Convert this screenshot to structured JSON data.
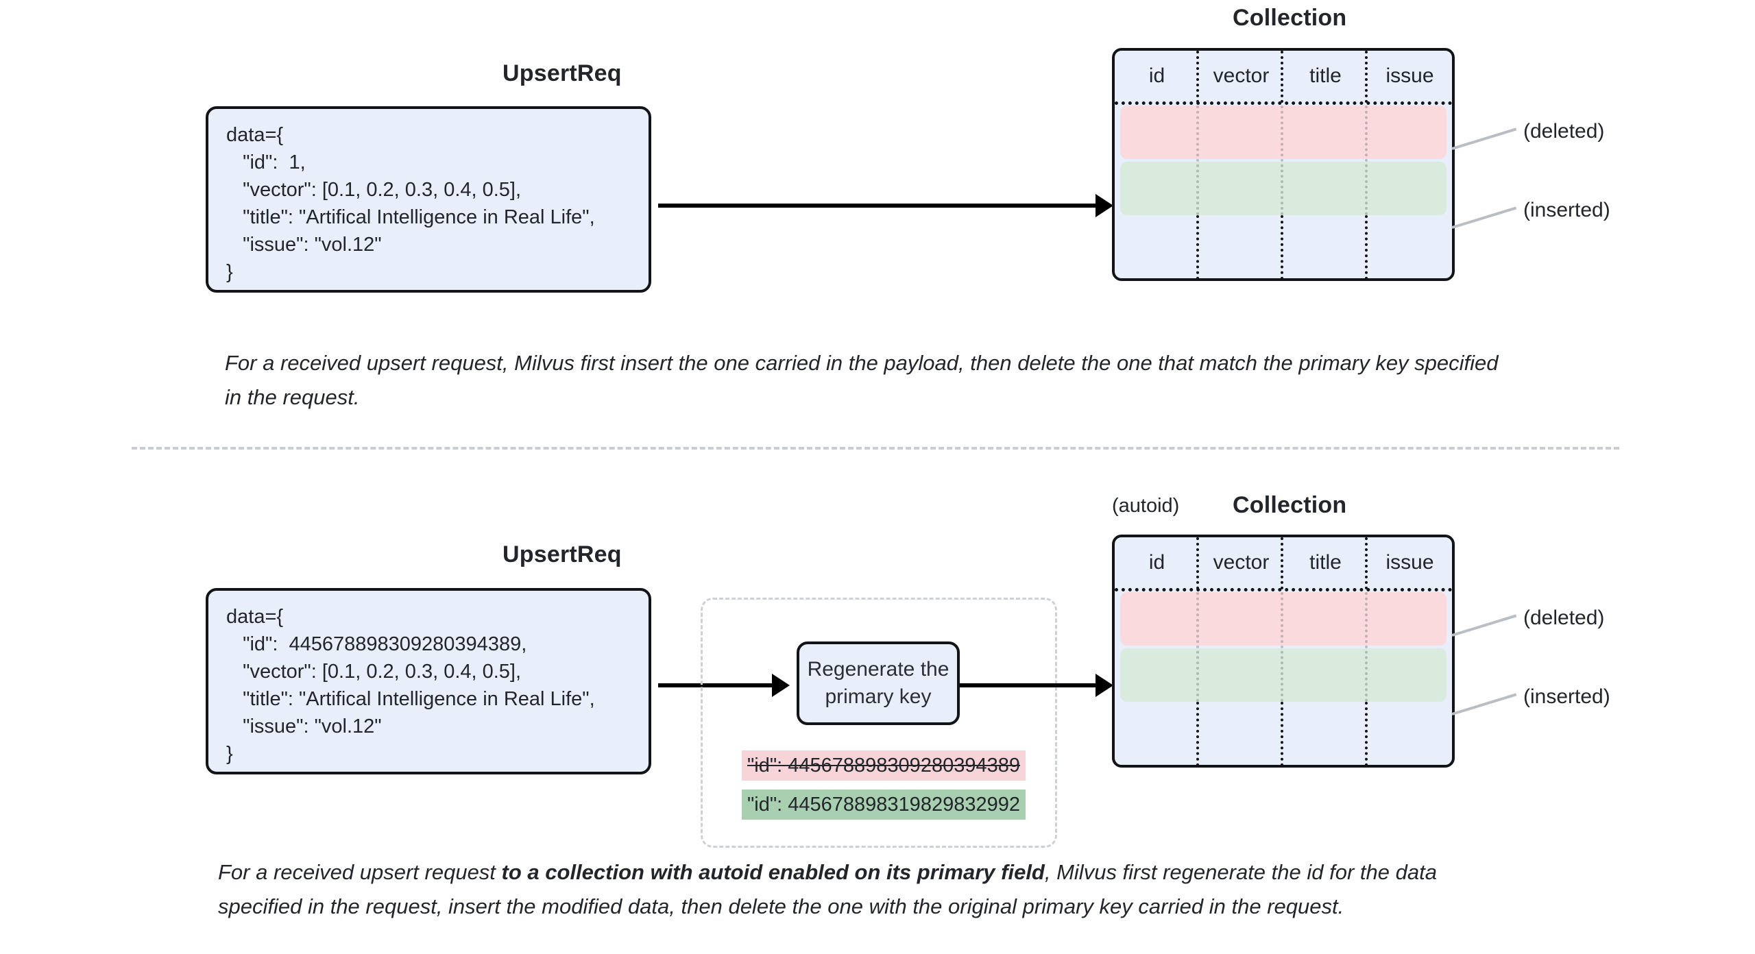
{
  "sections": [
    {
      "request_title": "UpsertReq",
      "collection_title": "Collection",
      "autoid_note": "",
      "request_code": "data={\n   \"id\":  1,\n   \"vector\": [0.1, 0.2, 0.3, 0.4, 0.5],\n   \"title\": \"Artifical Intelligence in Real Life\",\n   \"issue\": \"vol.12\"\n}",
      "columns": [
        "id",
        "vector",
        "title",
        "issue"
      ],
      "row_labels": {
        "deleted": "(deleted)",
        "inserted": "(inserted)"
      },
      "caption": "For a received upsert request, Milvus first insert the one carried in the payload, then delete the one that match the primary key specified in the request."
    },
    {
      "request_title": "UpsertReq",
      "collection_title": "Collection",
      "autoid_note": "(autoid)",
      "request_code": "data={\n   \"id\":  445678898309280394389,\n   \"vector\": [0.1, 0.2, 0.3, 0.4, 0.5],\n   \"title\": \"Artifical Intelligence in Real Life\",\n   \"issue\": \"vol.12\"\n}",
      "columns": [
        "id",
        "vector",
        "title",
        "issue"
      ],
      "row_labels": {
        "deleted": "(deleted)",
        "inserted": "(inserted)"
      },
      "process_box_label": "Regenerate the\nprimary key",
      "id_old": "\"id\":  445678898309280394389",
      "id_new": "\"id\":  445678898319829832992",
      "caption_parts": {
        "before": "For a received upsert request ",
        "bold": "to a collection with autoid enabled on its primary field",
        "after": ", Milvus first regenerate the id for the data specified in the request, insert the modified data, then delete the one with the original primary key carried in the request."
      }
    }
  ],
  "colors": {
    "box_fill": "#e9eefb",
    "box_border": "#121417",
    "deleted_band": "#fadadd",
    "inserted_band": "#d9ebdc",
    "chip_old": "#f6d4d8",
    "chip_new": "#a8cfb0",
    "leader": "#b9bec4",
    "divider": "#c9ccd1"
  }
}
